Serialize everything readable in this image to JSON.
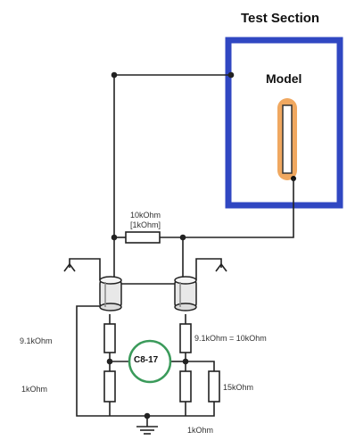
{
  "test_section": {
    "title": "Test Section",
    "model_label": "Model"
  },
  "bridge": {
    "top_resistor": {
      "line1": "10kOhm",
      "line2": "[1kOhm]"
    },
    "left_upper_resistor": "9.1kOhm",
    "right_upper_resistor": "9.1kOhm = 10kOhm",
    "left_lower_resistor": "1kOhm",
    "right_lower_resistor": "15kOhm",
    "bottom_resistor": "1kOhm",
    "chip_label": "C8-17"
  },
  "colors": {
    "frame_blue": "#3047c2",
    "model_orange": "#f0a860",
    "chip_green": "#3a9a5a",
    "wire": "#222222"
  }
}
